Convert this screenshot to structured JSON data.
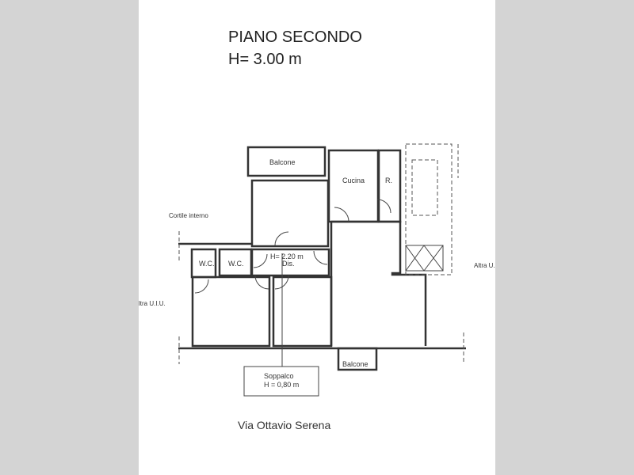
{
  "title": "PIANO SECONDO",
  "height": "H= 3.00 m",
  "street": "Via Ottavio Serena",
  "labels": {
    "balcone_top": "Balcone",
    "cucina": "Cucina",
    "ripostiglio": "R.",
    "cortile": "Cortile interno",
    "wc1": "W.C.",
    "wc2": "W.C.",
    "dis_height": "H= 2.20 m",
    "dis": "Dis.",
    "altra_right": "Altra U.",
    "altra_left": "ltra U.I.U.",
    "balcone_bottom": "Balcone",
    "soppalco": "Soppalco",
    "soppalco_height": "H = 0,80 m"
  }
}
